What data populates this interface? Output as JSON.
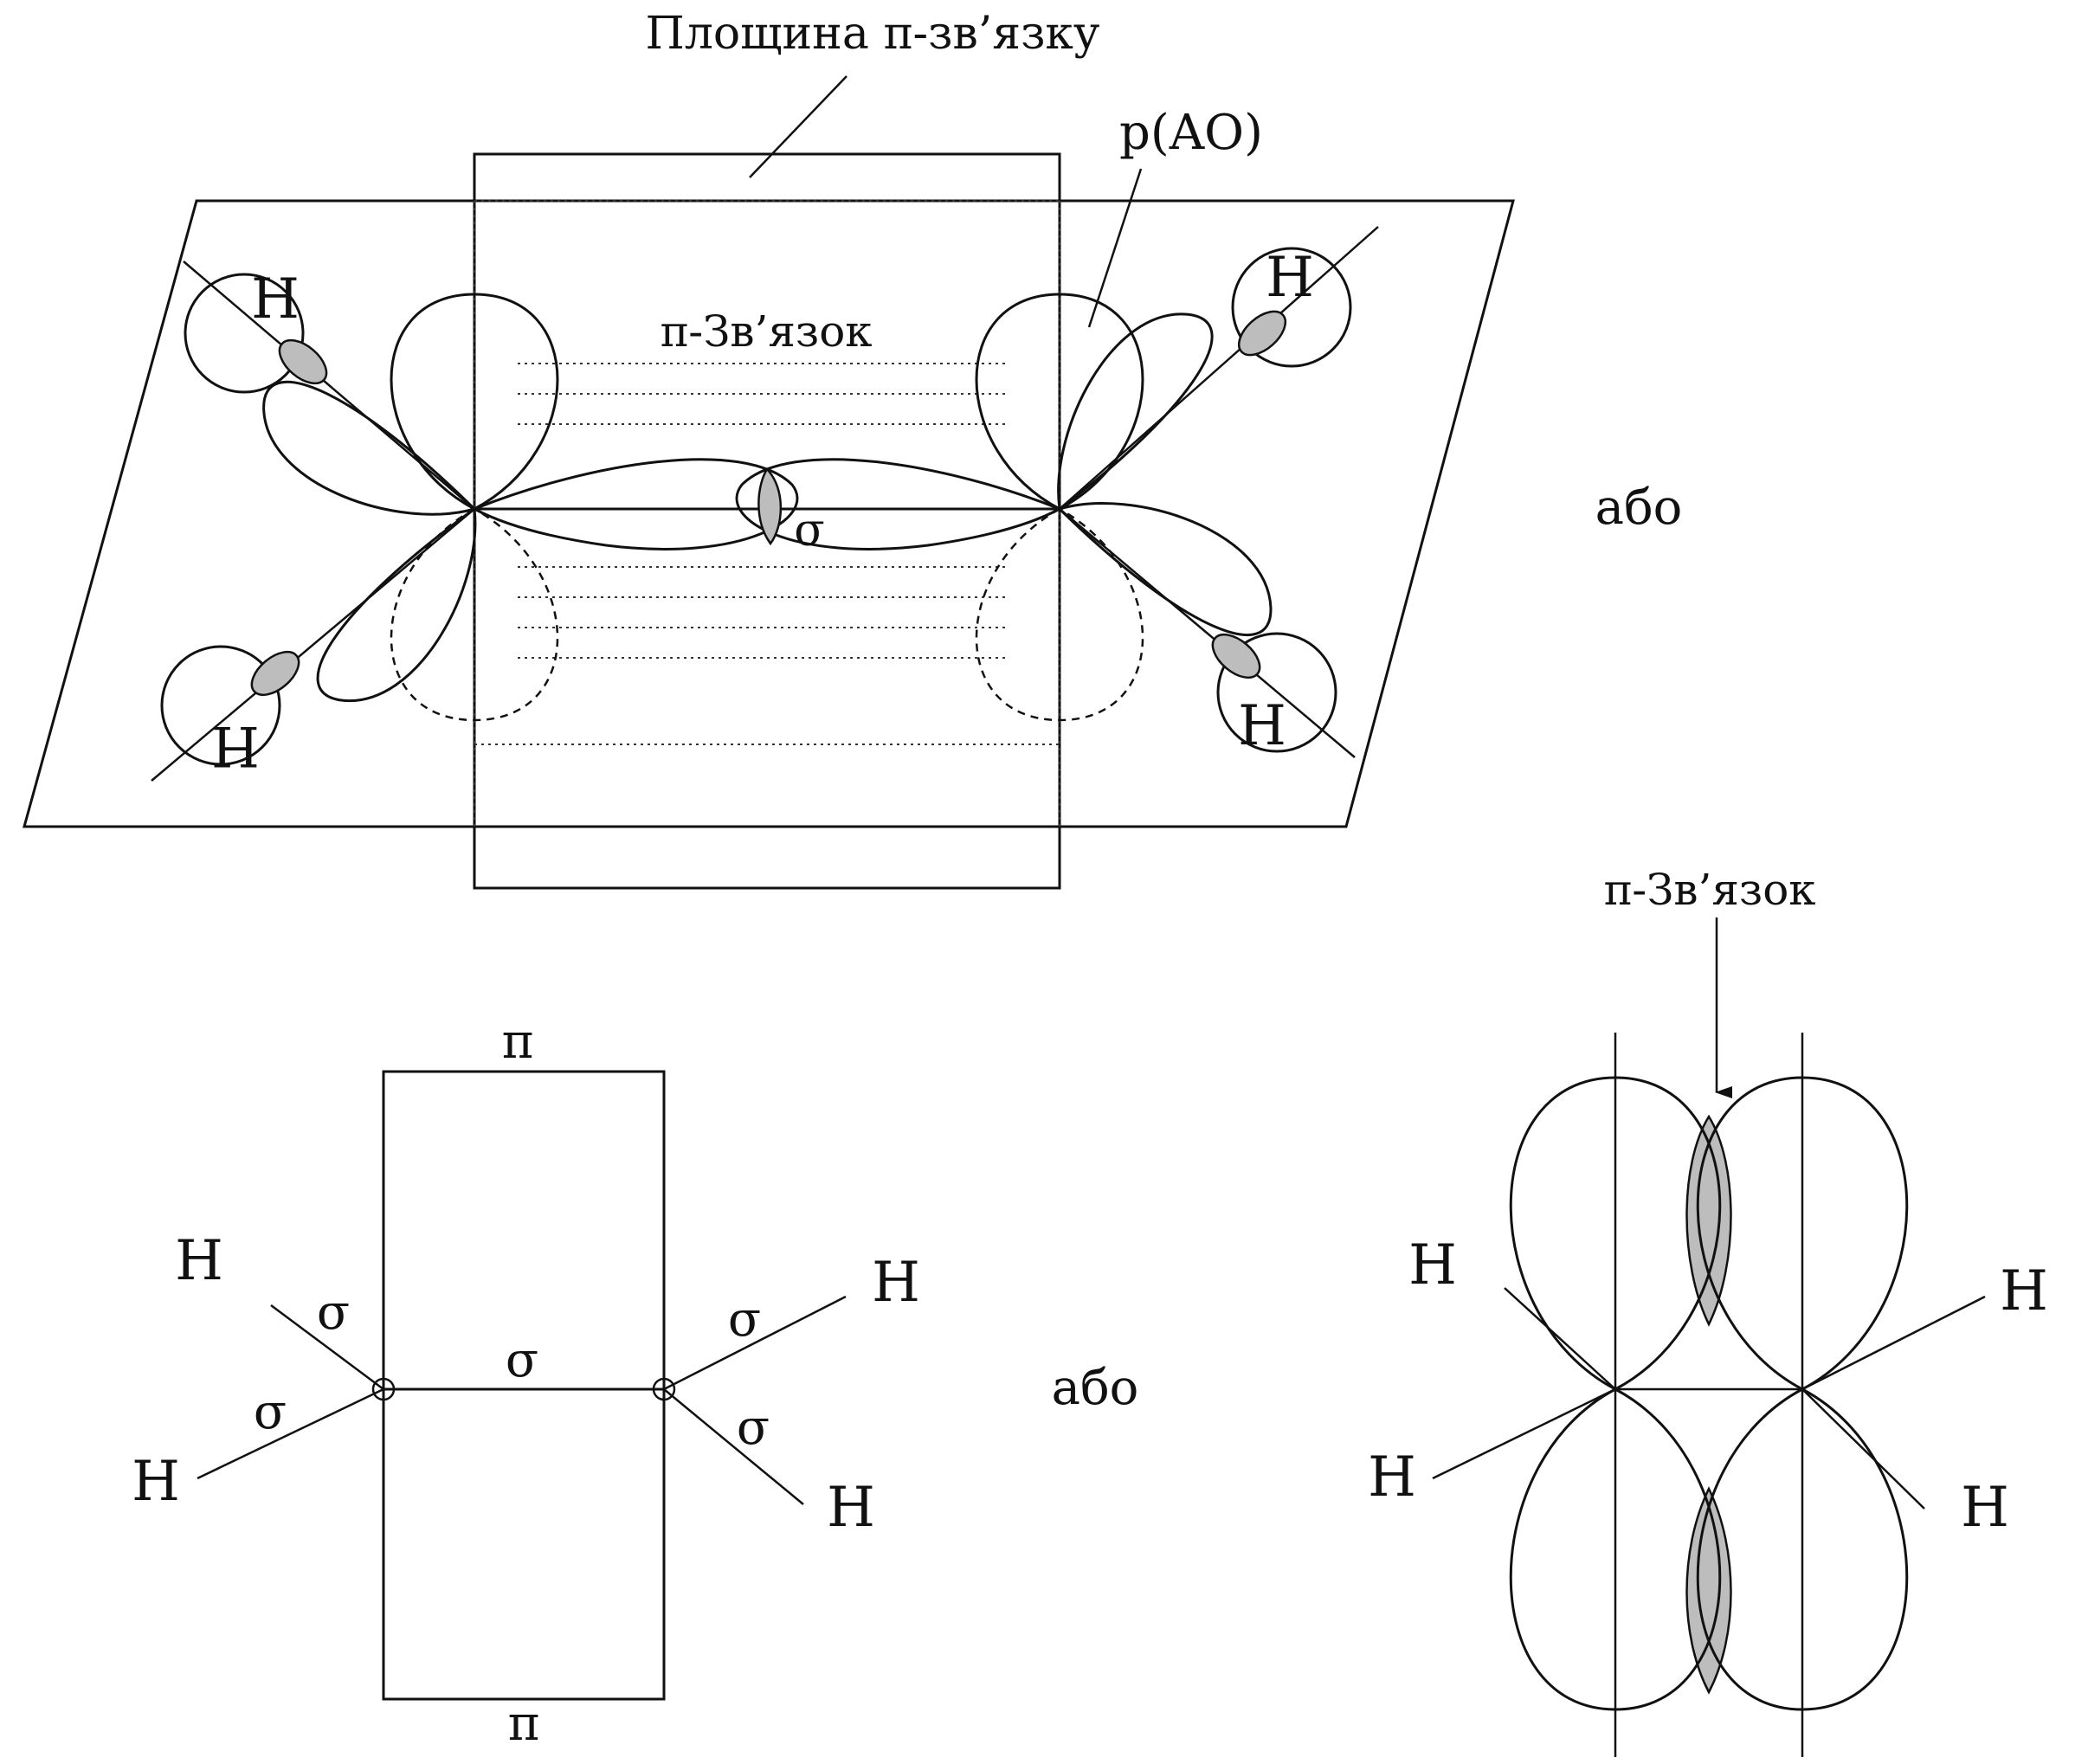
{
  "labels": {
    "pi_plane": "Площина π-зв’язку",
    "p_ao": "p(AO)",
    "pi_bond": "π-Зв’язок",
    "sigma": "σ",
    "pi": "π",
    "or": "або",
    "h": "H"
  }
}
